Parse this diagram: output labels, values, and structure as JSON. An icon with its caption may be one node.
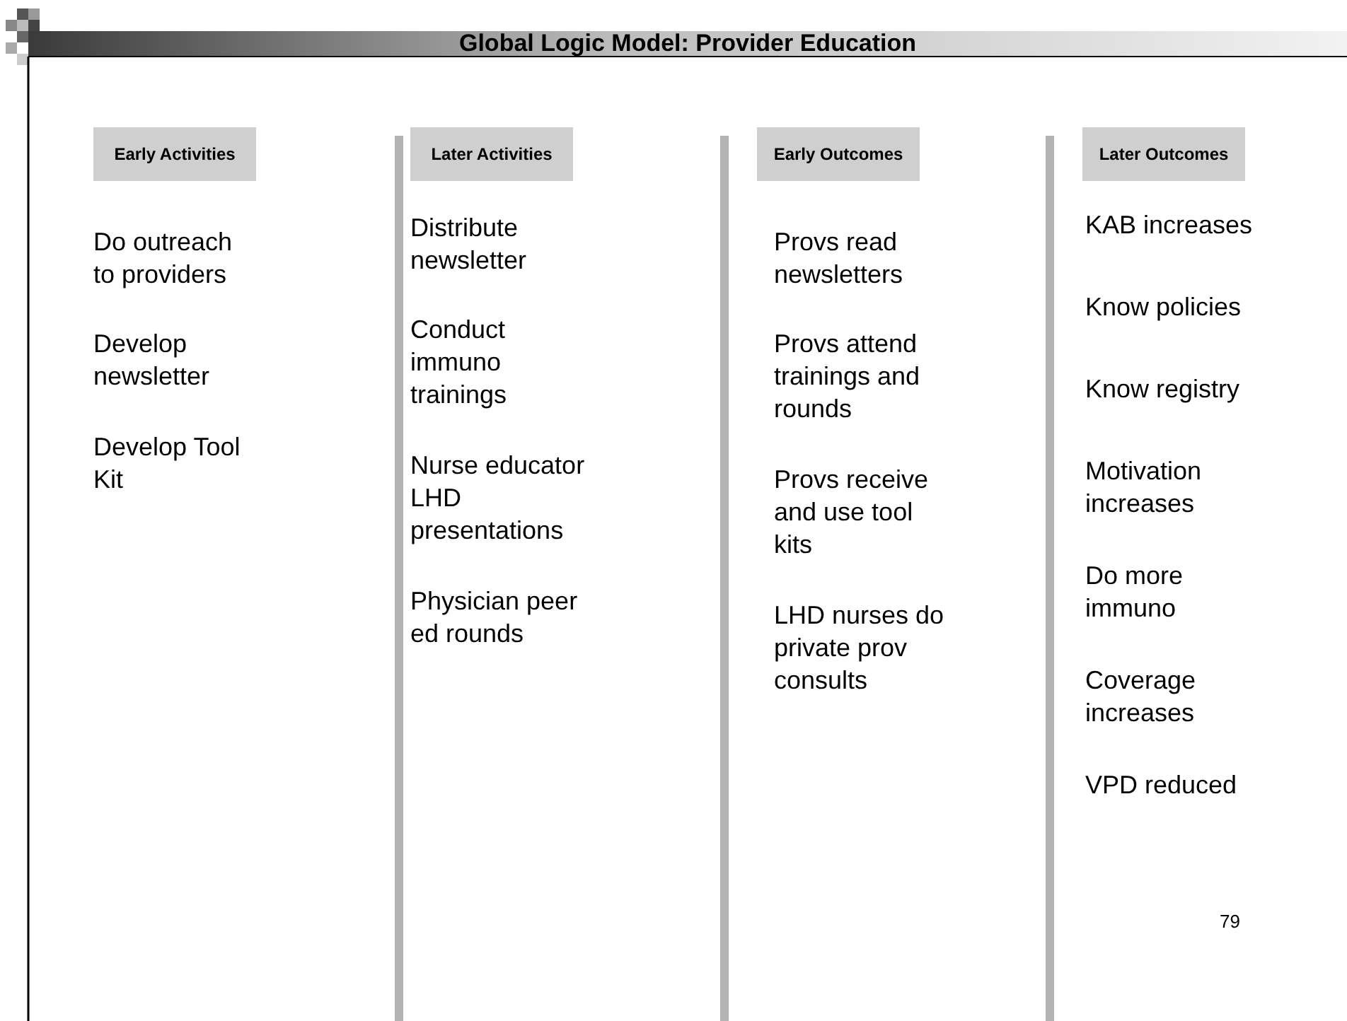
{
  "diagram": {
    "title": "Global Logic Model: Provider Education",
    "nodes": [
      {
        "text": [
          "Early Activities"
        ]
      },
      {
        "text": [
          "Later Activities"
        ]
      },
      {
        "text": [
          "Early Outcomes"
        ]
      },
      {
        "text": [
          "Later Outcomes"
        ]
      }
    ],
    "labels": [
      "Do outreach to providers",
      "Develop newsletter",
      "Develop Tool Kit",
      "Distribute newsletter",
      "Conduct immuno trainings",
      "Nurse educator LHD presentations",
      "Physician peer ed rounds",
      "Provs read newsletters",
      "Provs attend trainings and rounds",
      "Provs receive and use tool kits",
      "LHD nurses do private prov consults",
      "KAB increases",
      "Know policies",
      "Know registry",
      "Motivation increases",
      "Do more immuno",
      "Coverage increases",
      "VPD reduced",
      "79"
    ]
  }
}
